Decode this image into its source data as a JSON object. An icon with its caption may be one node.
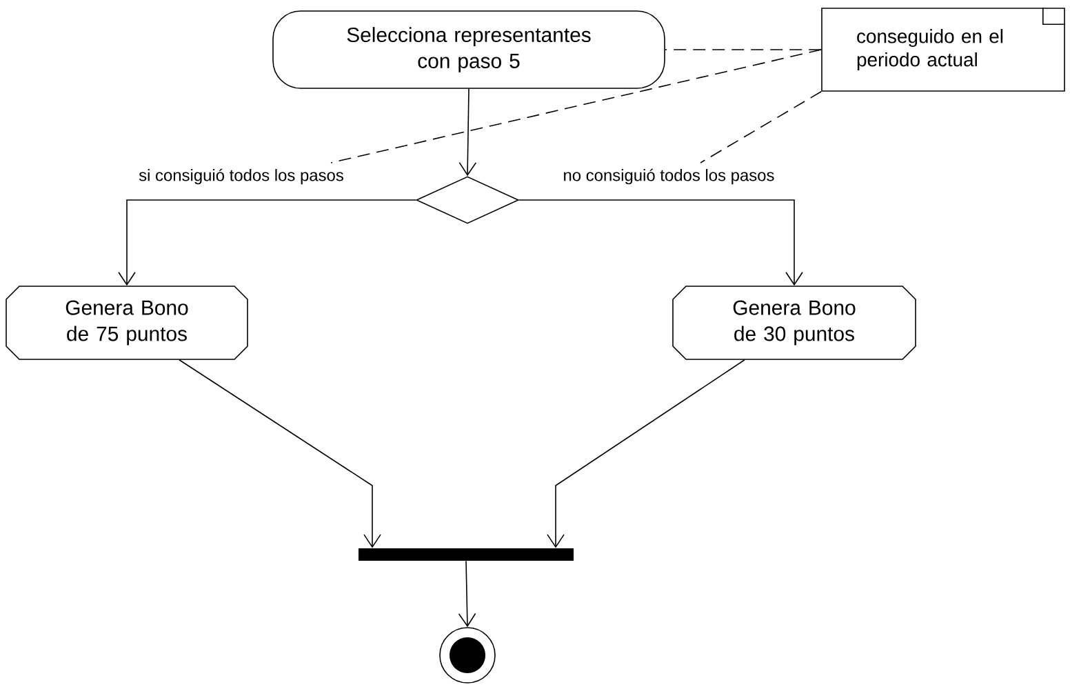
{
  "diagram": {
    "nodes": [
      {
        "text": [
          "Selecciona representantes con paso 5"
        ]
      },
      {
        "text": [
          "conseguido en el periodo actual"
        ]
      },
      {
        "text": [],
        "shape": "diamond"
      },
      {
        "text": [
          "Genera Bono de 75 puntos"
        ]
      },
      {
        "text": [
          "Genera Bono de 30 puntos"
        ]
      },
      {
        "text": [],
        "shape": "bar"
      },
      {
        "text": [],
        "shape": "circle"
      }
    ],
    "edges": [
      {
        "from": 0,
        "to": 2,
        "arrow": "to"
      },
      {
        "from": 2,
        "to": 3,
        "arrow": "to",
        "label": "si consiguió todos los pasos"
      },
      {
        "from": 2,
        "to": 4,
        "arrow": "to",
        "label": "no consiguió todos los pasos"
      },
      {
        "from": 3,
        "to": 5,
        "arrow": "to"
      },
      {
        "from": 4,
        "to": 5,
        "arrow": "to"
      },
      {
        "from": 5,
        "to": 6,
        "arrow": "to"
      },
      {
        "from": 1,
        "to": 0,
        "arrow": "none",
        "style": "dashed"
      },
      {
        "from": 1,
        "to": null,
        "arrow": "none",
        "style": "dashed"
      },
      {
        "from": 1,
        "to": null,
        "arrow": "none",
        "style": "dashed"
      }
    ]
  }
}
